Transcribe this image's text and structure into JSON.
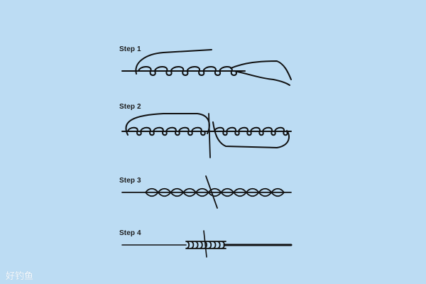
{
  "steps": [
    {
      "label": "Step 1"
    },
    {
      "label": "Step 2"
    },
    {
      "label": "Step 3"
    },
    {
      "label": "Step 4"
    }
  ],
  "watermark": "好钓鱼",
  "colors": {
    "background": "#bcdcf3",
    "line": "#111111",
    "label": "#1a1a1a"
  }
}
